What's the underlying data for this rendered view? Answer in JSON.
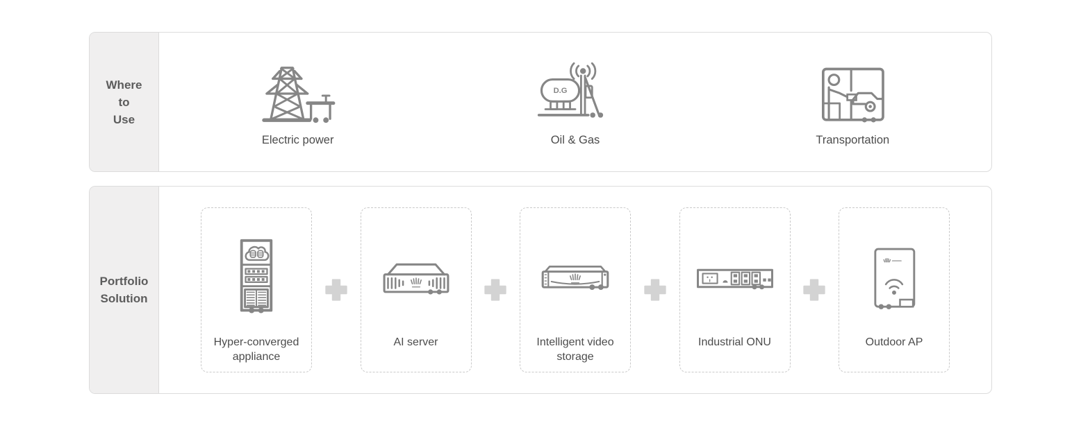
{
  "where_to_use": {
    "title_lines": [
      "Where",
      "to",
      "Use"
    ],
    "items": [
      {
        "label": "Electric power",
        "icon": "electric-power-icon"
      },
      {
        "label": "Oil & Gas",
        "icon": "oil-gas-icon",
        "tank_label": "D.G"
      },
      {
        "label": "Transportation",
        "icon": "transportation-icon"
      }
    ]
  },
  "portfolio_solution": {
    "title_lines": [
      "Portfolio",
      "Solution"
    ],
    "separator_icon": "plus-icon",
    "items": [
      {
        "label": "Hyper-converged appliance",
        "icon": "hyper-converged-appliance-icon"
      },
      {
        "label": "AI server",
        "icon": "ai-server-icon"
      },
      {
        "label": "Intelligent video storage",
        "icon": "intelligent-video-storage-icon"
      },
      {
        "label": "Industrial ONU",
        "icon": "industrial-onu-icon"
      },
      {
        "label": "Outdoor AP",
        "icon": "outdoor-ap-icon"
      }
    ]
  },
  "colors": {
    "sidebar_background": "#f0efef",
    "panel_border": "#dcdcdc",
    "card_dashed_border": "#c9c9c9",
    "icon_stroke": "#868686",
    "plus_sign": "#d3d3d3",
    "label_text": "#4c4c4c",
    "sidebar_text": "#5c5c5c"
  }
}
